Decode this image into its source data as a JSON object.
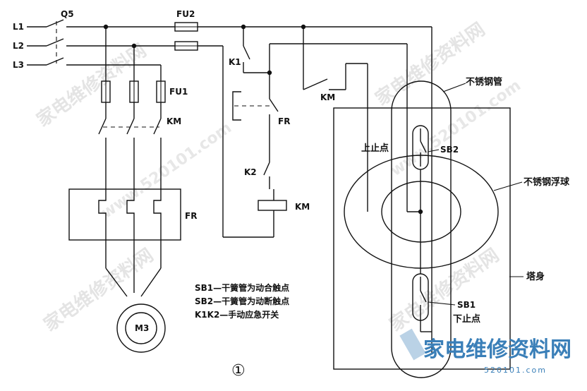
{
  "labels": {
    "l1": "L1",
    "l2": "L2",
    "l3": "L3",
    "q5": "Q5",
    "fu2": "FU2",
    "fu1": "FU1",
    "km_main": "KM",
    "km_coil": "KM",
    "km_contact": "KM",
    "k1": "K1",
    "k2": "K2",
    "fr_contact": "FR",
    "fr_relay": "FR",
    "motor": "M3",
    "pipe": "不锈钢管",
    "ball": "不锈钢浮球",
    "upper_point": "上止点",
    "lower_point": "下止点",
    "sb1": "SB1",
    "sb2": "SB2",
    "tower": "塔身",
    "figure_number": "①"
  },
  "legend": [
    "SB1—干簧管为动合触点",
    "SB2—干簧管为动断触点",
    "K1K2—手动应急开关"
  ],
  "watermark": {
    "site_cn": "家电维修资料网",
    "site_url": "www.520101.com",
    "brand_url": "520101.com"
  }
}
